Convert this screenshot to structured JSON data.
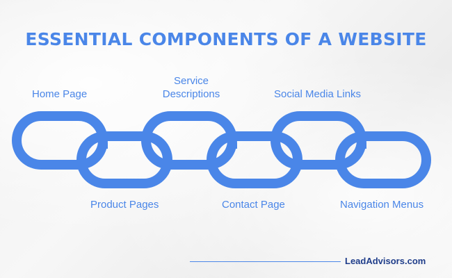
{
  "title": "ESSENTIAL COMPONENTS OF A WEBSITE",
  "labels": {
    "home": "Home Page",
    "service_line1": "Service",
    "service_line2": "Descriptions",
    "social": "Social Media Links",
    "product": "Product Pages",
    "contact": "Contact Page",
    "navigation": "Navigation Menus"
  },
  "brand": "LeadAdvisors.com",
  "colors": {
    "accent": "#4a86e8",
    "brand_text": "#1f3d8a",
    "background": "#f3f3f3"
  }
}
